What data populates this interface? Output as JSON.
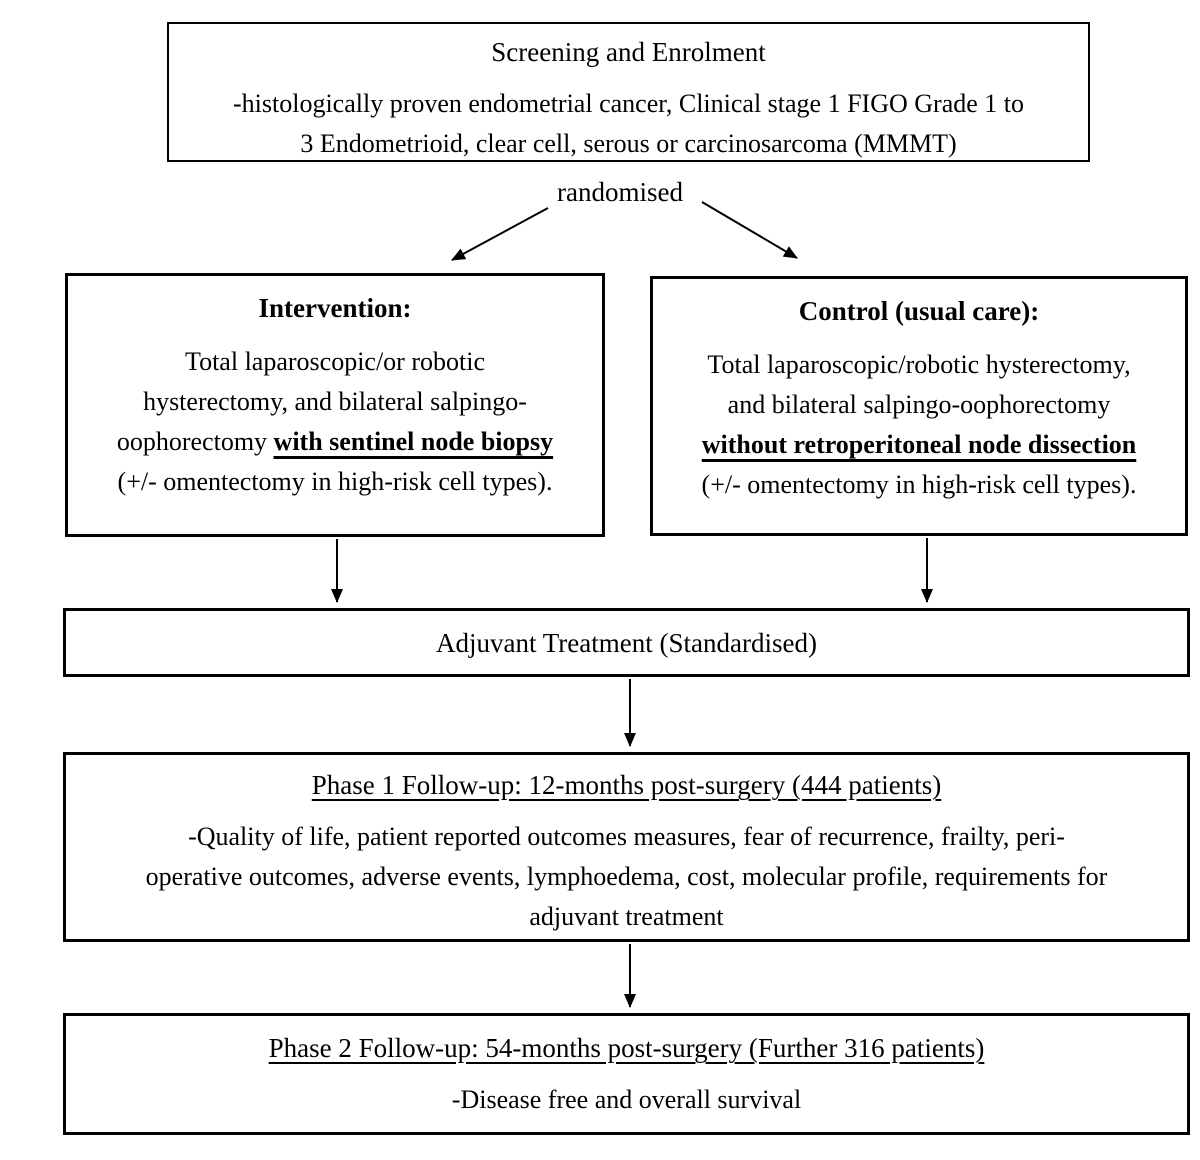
{
  "colors": {
    "background": "#ffffff",
    "border": "#000000",
    "text": "#000000"
  },
  "flowchart": {
    "screening": {
      "title": "Screening and Enrolment",
      "body": "-histologically proven endometrial cancer, Clinical stage 1 FIGO Grade 1 to\n3 Endometrioid, clear cell, serous or carcinosarcoma (MMMT)"
    },
    "randomised_label": "randomised",
    "intervention": {
      "title": "Intervention:",
      "body_start": "Total laparoscopic/or robotic\nhysterectomy, and bilateral salpingo-\noophorectomy ",
      "body_emphasis": "with sentinel node biopsy",
      "body_end": "\n(+/- omentectomy in high-risk cell types)."
    },
    "control": {
      "title": "Control (usual care):",
      "body_start": "Total laparoscopic/robotic hysterectomy,\nand bilateral salpingo-oophorectomy\n",
      "body_emphasis": "without retroperitoneal node dissection",
      "body_end": "\n(+/- omentectomy in high-risk cell types)."
    },
    "adjuvant": {
      "title": "Adjuvant Treatment (Standardised)"
    },
    "phase1": {
      "title": "Phase 1 Follow-up: 12-months post-surgery (444 patients)",
      "body": "-Quality of life, patient reported outcomes measures, fear of recurrence, frailty, peri-\noperative outcomes, adverse events, lymphoedema, cost, molecular profile, requirements for\nadjuvant treatment"
    },
    "phase2": {
      "title": "Phase 2 Follow-up: 54-months post-surgery (Further 316 patients)",
      "body": "-Disease free and overall survival"
    }
  }
}
